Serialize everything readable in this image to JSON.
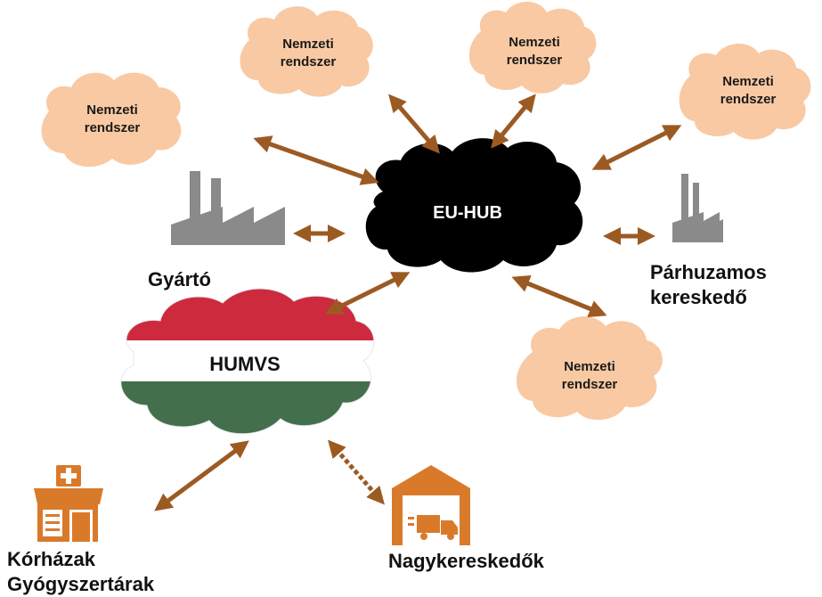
{
  "nodes": {
    "hub": "EU-HUB",
    "humvs": "HUMVS",
    "national": "Nemzeti rendszer",
    "national_line1": "Nemzeti",
    "national_line2": "rendszer",
    "manufacturer": "Gyártó",
    "parallel_trader_line1": "Párhuzamos",
    "parallel_trader_line2": "kereskedő",
    "hospitals_line1": "Kórházak",
    "hospitals_line2": "Gyógyszertárak",
    "wholesalers": "Nagykereskedők"
  },
  "colors": {
    "arrow": "#9c5a23",
    "national_cloud": "#f8c9a3",
    "hub_cloud": "#000000",
    "flag_red": "#cd2a3e",
    "flag_white": "#ffffff",
    "flag_green": "#436f4d",
    "factory": "#8a8a8a",
    "icon_orange": "#d97a2b"
  },
  "icons": [
    "factory-icon",
    "factory-small-icon",
    "pharmacy-icon",
    "warehouse-truck-icon"
  ]
}
